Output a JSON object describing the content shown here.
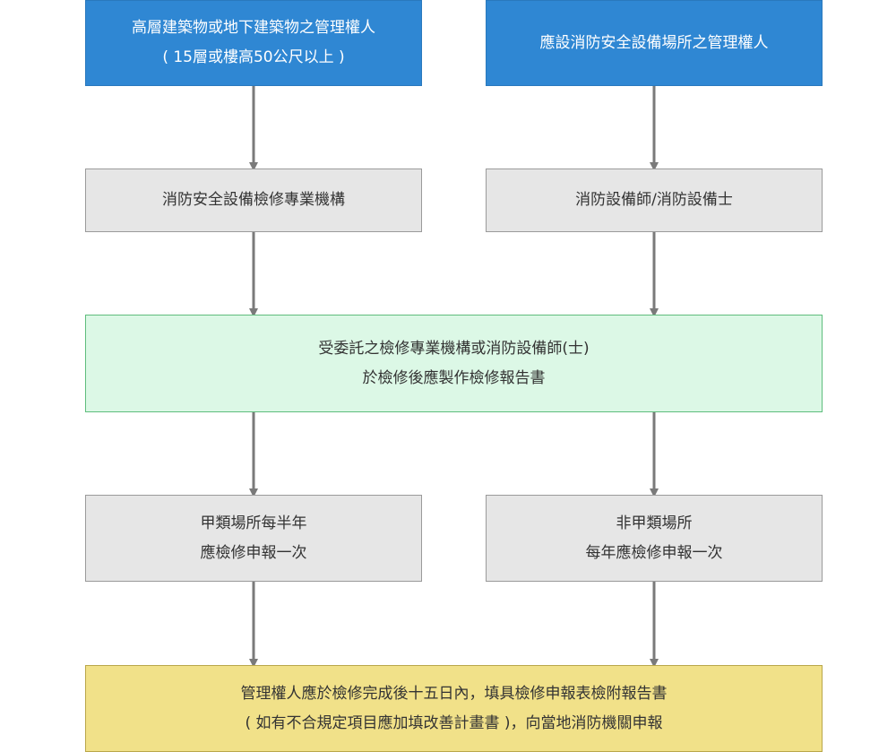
{
  "boxes": {
    "owner_highrise": {
      "line1": "高層建築物或地下建築物之管理權人",
      "line2": "( 15層或樓高50公尺以上 )"
    },
    "owner_required": {
      "line1": "應設消防安全設備場所之管理權人"
    },
    "agency": {
      "line1": "消防安全設備檢修專業機構"
    },
    "engineer": {
      "line1": "消防設備師/消防設備士"
    },
    "report": {
      "line1": "受委託之檢修專業機構或消防設備師(士)",
      "line2": "於檢修後應製作檢修報告書"
    },
    "class_a": {
      "line1": "甲類場所每半年",
      "line2": "應檢修申報一次"
    },
    "non_class_a": {
      "line1": "非甲類場所",
      "line2": "每年應檢修申報一次"
    },
    "submit": {
      "line1": "管理權人應於檢修完成後十五日內，填具檢修申報表檢附報告書",
      "line2": "( 如有不合規定項目應加填改善計畫書 )，向當地消防機關申報"
    }
  },
  "colors": {
    "primary": "#2f87d3",
    "neutral": "#e6e6e6",
    "success": "#dcf8e6",
    "highlight": "#f1e189",
    "arrow": "#7a7a7a"
  }
}
